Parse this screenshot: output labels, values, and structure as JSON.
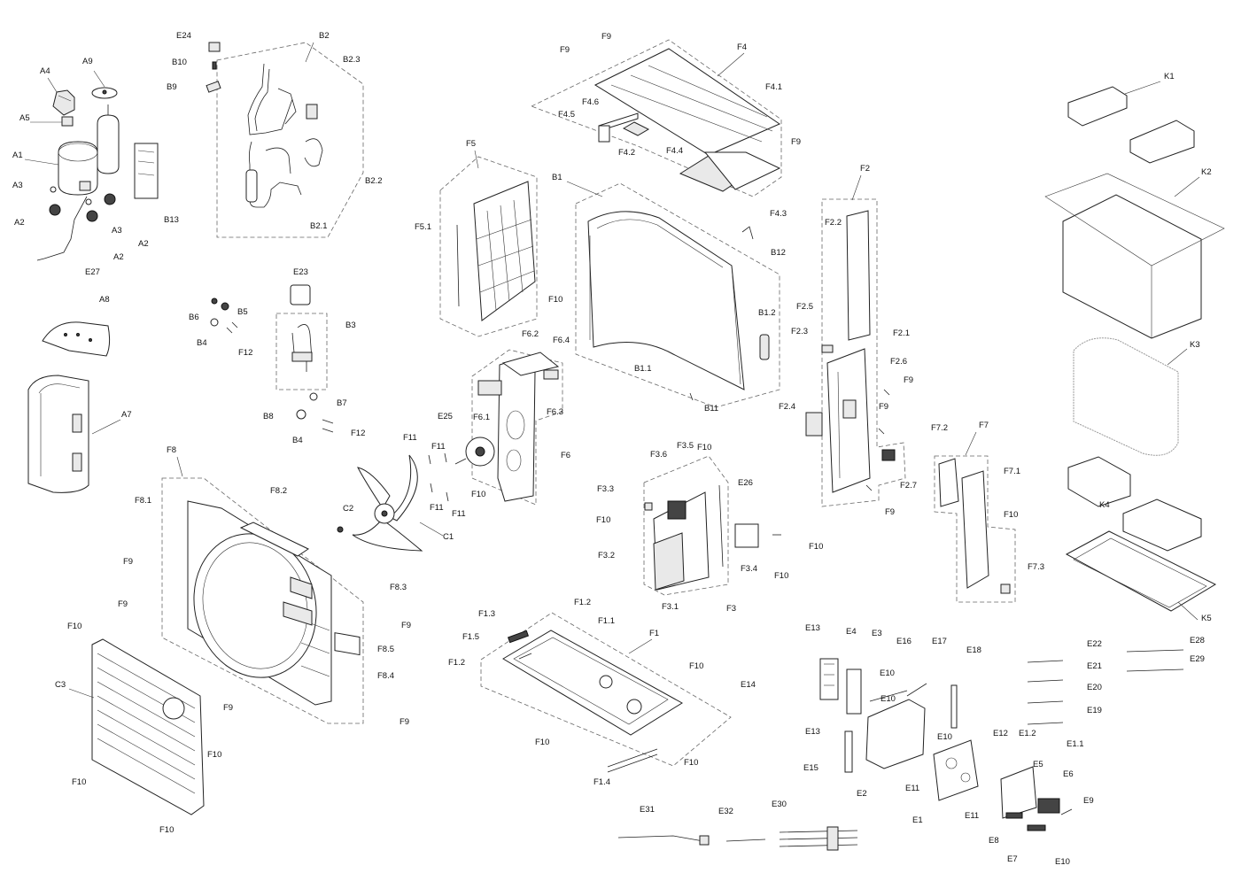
{
  "callouts": [
    [
      "A1",
      14,
      178
    ],
    [
      "A2",
      16,
      254
    ],
    [
      "A2",
      156,
      278
    ],
    [
      "A2",
      128,
      293
    ],
    [
      "A3",
      14,
      212
    ],
    [
      "A3",
      126,
      263
    ],
    [
      "A4",
      45,
      83
    ],
    [
      "A5",
      22,
      136
    ],
    [
      "A7",
      137,
      471
    ],
    [
      "A8",
      112,
      341
    ],
    [
      "A9",
      93,
      72
    ],
    [
      "B1",
      623,
      203
    ],
    [
      "B1.1",
      716,
      419
    ],
    [
      "B1.2",
      856,
      356
    ],
    [
      "B2",
      360,
      43
    ],
    [
      "B2.1",
      350,
      258
    ],
    [
      "B2.2",
      412,
      207
    ],
    [
      "B2.3",
      387,
      70
    ],
    [
      "B3",
      390,
      370
    ],
    [
      "B4",
      222,
      390
    ],
    [
      "B4",
      330,
      500
    ],
    [
      "B5",
      268,
      355
    ],
    [
      "B6",
      213,
      361
    ],
    [
      "B7",
      380,
      458
    ],
    [
      "B8",
      297,
      473
    ],
    [
      "B9",
      188,
      101
    ],
    [
      "B10",
      194,
      73
    ],
    [
      "B11",
      795,
      464
    ],
    [
      "B12",
      870,
      288
    ],
    [
      "B13",
      185,
      251
    ],
    [
      "C1",
      500,
      609
    ],
    [
      "C2",
      387,
      577
    ],
    [
      "C3",
      62,
      776
    ],
    [
      "E1",
      1030,
      929
    ],
    [
      "E2",
      967,
      899
    ],
    [
      "E3",
      984,
      718
    ],
    [
      "E4",
      955,
      716
    ],
    [
      "E5",
      1166,
      866
    ],
    [
      "E6",
      1200,
      877
    ],
    [
      "E7",
      1137,
      973
    ],
    [
      "E8",
      1116,
      952
    ],
    [
      "E9",
      1223,
      907
    ],
    [
      "E10",
      993,
      763
    ],
    [
      "E10",
      994,
      792
    ],
    [
      "E10",
      1058,
      835
    ],
    [
      "E10",
      1191,
      976
    ],
    [
      "E11",
      1022,
      893
    ],
    [
      "E11",
      1089,
      924
    ],
    [
      "E12",
      1121,
      831
    ],
    [
      "E13",
      909,
      712
    ],
    [
      "E13",
      909,
      829
    ],
    [
      "E14",
      836,
      776
    ],
    [
      "E15",
      907,
      870
    ],
    [
      "E16",
      1012,
      727
    ],
    [
      "E17",
      1052,
      727
    ],
    [
      "E18",
      1091,
      737
    ],
    [
      "E20",
      1227,
      779
    ],
    [
      "E21",
      1227,
      755
    ],
    [
      "E22",
      1227,
      730
    ],
    [
      "E19",
      1227,
      805
    ],
    [
      "E23",
      331,
      310
    ],
    [
      "E24",
      199,
      43
    ],
    [
      "E25",
      494,
      473
    ],
    [
      "E26",
      833,
      548
    ],
    [
      "E27",
      96,
      310
    ],
    [
      "E28",
      1343,
      726
    ],
    [
      "E29",
      1343,
      747
    ],
    [
      "E30",
      871,
      911
    ],
    [
      "E31",
      722,
      917
    ],
    [
      "E32",
      811,
      919
    ],
    [
      "E1.1",
      1204,
      843
    ],
    [
      "E1.2",
      1150,
      831
    ],
    [
      "F1",
      733,
      718
    ],
    [
      "F1.1",
      675,
      704
    ],
    [
      "F1.2",
      648,
      683
    ],
    [
      "F1.2",
      506,
      751
    ],
    [
      "F1.3",
      540,
      696
    ],
    [
      "F1.4",
      670,
      886
    ],
    [
      "F1.5",
      522,
      722
    ],
    [
      "F2",
      971,
      193
    ],
    [
      "F2.1",
      1008,
      379
    ],
    [
      "F2.2",
      931,
      254
    ],
    [
      "F2.3",
      893,
      377
    ],
    [
      "F2.4",
      879,
      462
    ],
    [
      "F2.5",
      899,
      349
    ],
    [
      "F2.6",
      1005,
      411
    ],
    [
      "F2.7",
      1016,
      551
    ],
    [
      "F3",
      820,
      690
    ],
    [
      "F3.1",
      747,
      688
    ],
    [
      "F3.2",
      675,
      630
    ],
    [
      "F3.3",
      674,
      555
    ],
    [
      "F3.4",
      836,
      645
    ],
    [
      "F3.5",
      764,
      506
    ],
    [
      "F3.6",
      734,
      516
    ],
    [
      "F4",
      832,
      56
    ],
    [
      "F4.1",
      864,
      101
    ],
    [
      "F4.2",
      698,
      175
    ],
    [
      "F4.3",
      869,
      244
    ],
    [
      "F4.4",
      752,
      173
    ],
    [
      "F4.5",
      630,
      132
    ],
    [
      "F4.6",
      657,
      118
    ],
    [
      "F5",
      526,
      165
    ],
    [
      "F5.1",
      468,
      259
    ],
    [
      "F6",
      633,
      517
    ],
    [
      "F6.1",
      534,
      474
    ],
    [
      "F6.2",
      589,
      380
    ],
    [
      "F6.3",
      617,
      468
    ],
    [
      "F6.4",
      624,
      387
    ],
    [
      "F7",
      1105,
      483
    ],
    [
      "F7.1",
      1133,
      535
    ],
    [
      "F7.2",
      1051,
      486
    ],
    [
      "F7.3",
      1160,
      643
    ],
    [
      "F8",
      188,
      511
    ],
    [
      "F8.1",
      152,
      568
    ],
    [
      "F8.2",
      305,
      557
    ],
    [
      "F8.3",
      440,
      666
    ],
    [
      "F8.4",
      426,
      766
    ],
    [
      "F8.5",
      426,
      736
    ],
    [
      "F9",
      679,
      44
    ],
    [
      "F9",
      632,
      59
    ],
    [
      "F9",
      893,
      163
    ],
    [
      "F9",
      1020,
      432
    ],
    [
      "F9",
      992,
      462
    ],
    [
      "F9",
      999,
      581
    ],
    [
      "F9",
      139,
      637
    ],
    [
      "F9",
      133,
      685
    ],
    [
      "F9",
      453,
      709
    ],
    [
      "F9",
      252,
      802
    ],
    [
      "F9",
      451,
      818
    ],
    [
      "F10",
      619,
      341
    ],
    [
      "F10",
      787,
      508
    ],
    [
      "F10",
      532,
      561
    ],
    [
      "F10",
      673,
      590
    ],
    [
      "F10",
      913,
      620
    ],
    [
      "F10",
      874,
      653
    ],
    [
      "F10",
      1133,
      584
    ],
    [
      "F10",
      76,
      710
    ],
    [
      "F10",
      778,
      755
    ],
    [
      "F10",
      604,
      841
    ],
    [
      "F10",
      234,
      855
    ],
    [
      "F10",
      772,
      864
    ],
    [
      "F10",
      81,
      886
    ],
    [
      "F10",
      180,
      940
    ],
    [
      "F11",
      455,
      497
    ],
    [
      "F11",
      487,
      507
    ],
    [
      "F11",
      485,
      576
    ],
    [
      "F11",
      510,
      583
    ],
    [
      "F12",
      269,
      401
    ],
    [
      "F12",
      396,
      492
    ],
    [
      "K1",
      1314,
      89
    ],
    [
      "K2",
      1356,
      197
    ],
    [
      "K3",
      1343,
      392
    ],
    [
      "K4",
      1241,
      573
    ],
    [
      "K5",
      1356,
      701
    ]
  ]
}
